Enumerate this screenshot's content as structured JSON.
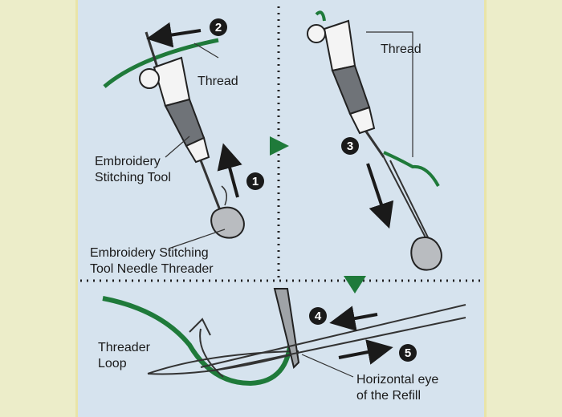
{
  "labels": {
    "thread_top_left": "Thread",
    "thread_top_right": "Thread",
    "tool_line1": "Embroidery",
    "tool_line2": "Stitching Tool",
    "threader_line1": "Embroidery Stitching",
    "threader_line2": "Tool Needle Threader",
    "loop_line1": "Threader",
    "loop_line2": "Loop",
    "eye_line1": "Horizontal eye",
    "eye_line2": "of the Refill"
  },
  "steps": [
    "1",
    "2",
    "3",
    "4",
    "5"
  ],
  "colors": {
    "panel_bg": "#d6e3ee",
    "page_bg": "#ecedc9",
    "thread_green": "#1f7a3a",
    "tool_dark": "#6f7378",
    "tool_light": "#f4f4f4",
    "ink": "#1a1a1a"
  },
  "icons": [
    "arrow-right-icon",
    "arrow-down-icon",
    "step-number-icon"
  ]
}
